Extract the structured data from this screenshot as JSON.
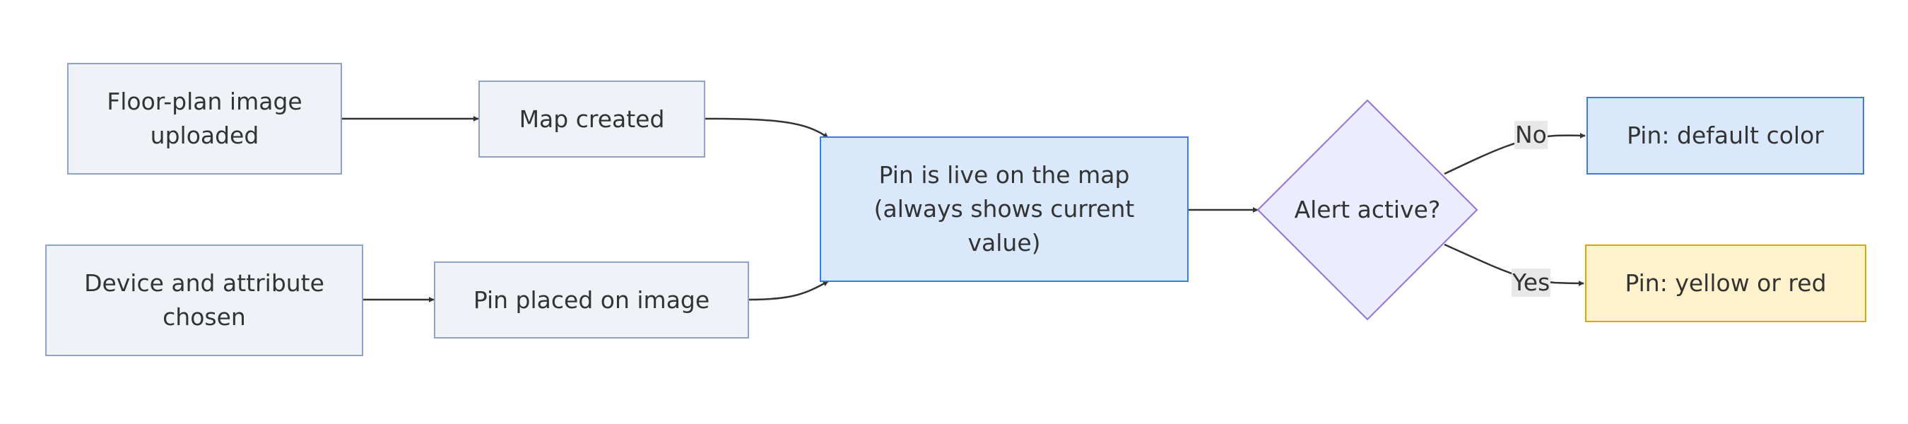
{
  "diagram": {
    "nodes": {
      "floorplan": {
        "label": "Floor-plan image uploaded"
      },
      "map_created": {
        "label": "Map created"
      },
      "device": {
        "label": "Device and attribute chosen"
      },
      "pin_placed": {
        "label": "Pin placed on image"
      },
      "pin_live": {
        "label": "Pin is live on the map (always shows current value)"
      },
      "alert": {
        "label": "Alert active?"
      },
      "pin_default": {
        "label": "Pin: default color"
      },
      "pin_alert": {
        "label": "Pin: yellow or red"
      }
    },
    "edges": {
      "no_label": "No",
      "yes_label": "Yes"
    },
    "colors": {
      "process_fill": "#eff3f8",
      "process_border": "#8fa3c8",
      "highlight_fill": "#dae8fc",
      "highlight_border": "#3b7ddd",
      "decision_fill": "#ececff",
      "decision_border": "#9370db",
      "warning_fill": "#fff2cc",
      "warning_border": "#e2a500",
      "edge": "#333333"
    }
  }
}
